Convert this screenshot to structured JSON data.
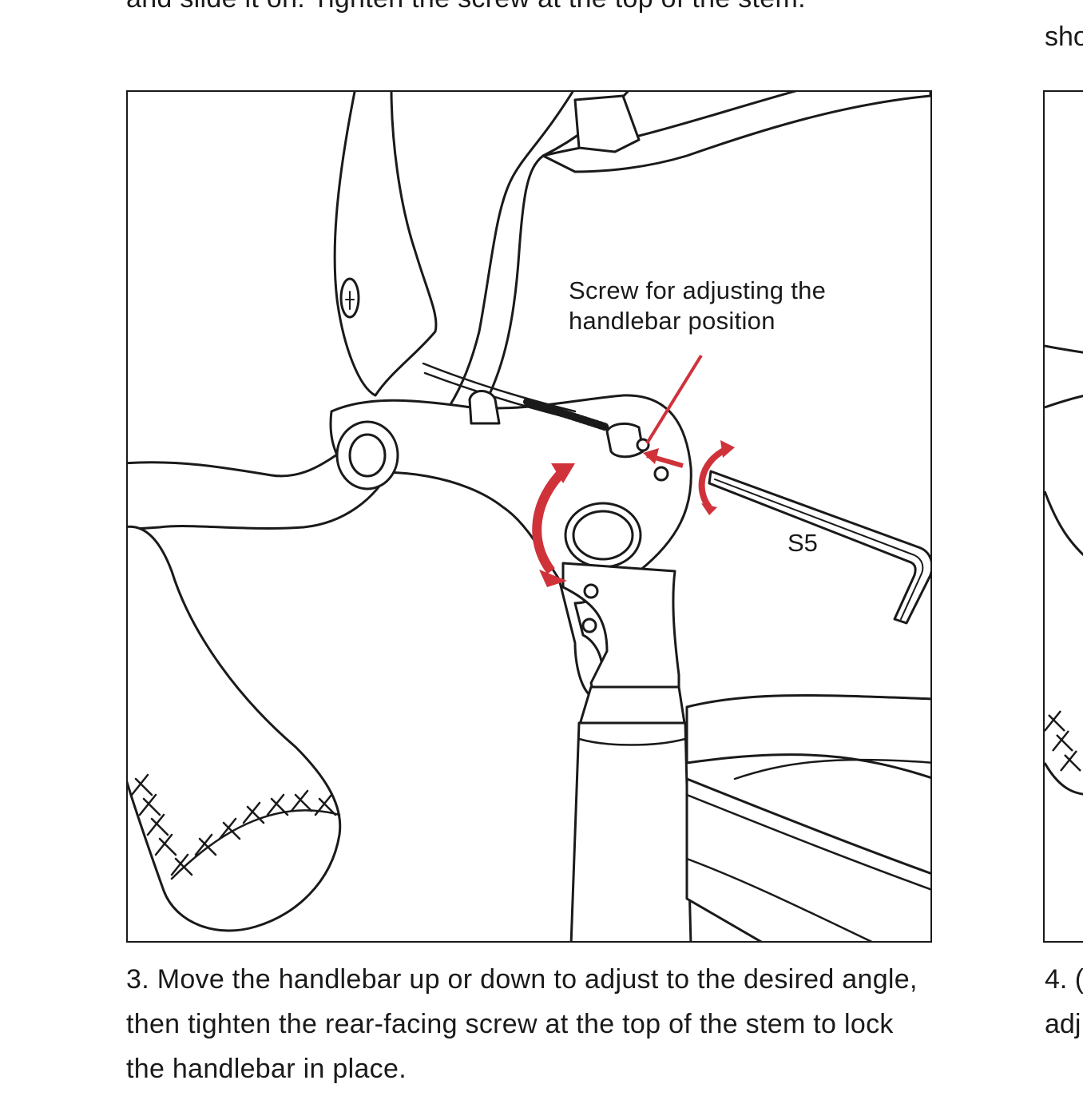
{
  "page": {
    "prev_paragraph_fragment": "and slide it on. Tighten the screw at the top of the stem.",
    "right_column_top_fragment": "sho",
    "figure": {
      "callout_text": "Screw for adjusting the\nhandlebar position",
      "wrench_label": "S5"
    },
    "caption": "3. Move the handlebar up or down to adjust to the desired angle, then tighten the rear-facing screw at the top of the stem to lock the handlebar in place.",
    "right_caption_line1": "4. (",
    "right_caption_line2": "adj"
  },
  "colors": {
    "line": "#1a1a1a",
    "accent_red": "#d0323a",
    "background": "#ffffff"
  }
}
